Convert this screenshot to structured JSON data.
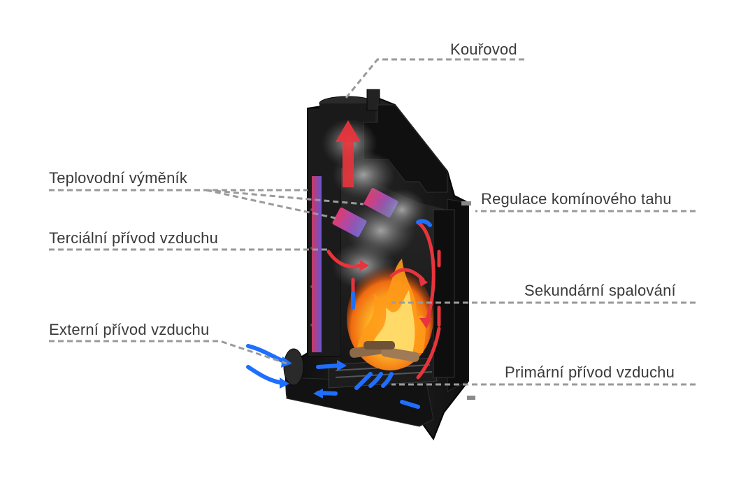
{
  "labels": {
    "flue": "Kouřovod",
    "heat_exchanger": "Teplovodní výměník",
    "draft_regulation": "Regulace komínového tahu",
    "tertiary_air": "Terciální přívod vzduchu",
    "secondary_combustion": "Sekundární spalování",
    "external_air": "Externí přívod vzduchu",
    "primary_air": "Primární přívod vzduchu"
  },
  "colors": {
    "body": "#141414",
    "leader": "#9a9a9a",
    "text": "#3a3a3a",
    "hot_arrow": "#e8343c",
    "cold_arrow": "#1e6fff",
    "exchanger": "#7a5ee0",
    "fire": "#ff8a10"
  }
}
